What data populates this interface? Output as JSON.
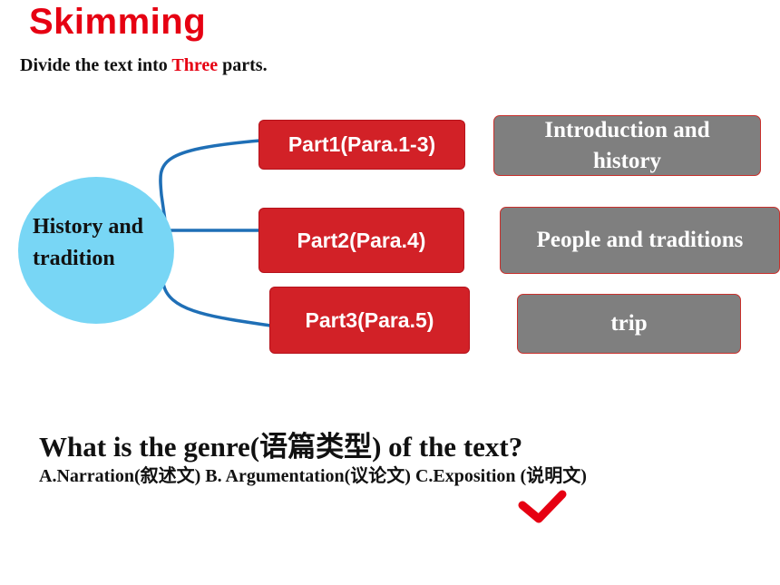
{
  "slide": {
    "title": "Skimming",
    "instruction": {
      "before": "Divide the text into ",
      "highlight": "Three",
      "after": " parts."
    },
    "center_topic": {
      "line1": "History and",
      "line2": "tradition"
    },
    "parts": [
      {
        "label": "Part1(Para.1-3)",
        "summary_line1": "Introduction and",
        "summary_line2": "history"
      },
      {
        "label": "Part2(Para.4)",
        "summary": "People and traditions"
      },
      {
        "label": "Part3(Para.5)",
        "summary": "trip"
      }
    ],
    "question": "What is the genre(语篇类型) of the text?",
    "options": "A.Narration(叙述文)   B. Argumentation(议论文)  C.Exposition (说明文)",
    "answer_mark": "check-icon",
    "colors": {
      "title": "#e60012",
      "part_box": "#d22127",
      "summary_box": "#7f7f7f",
      "circle": "#78d6f5",
      "connector": "#1f6fb6",
      "check": "#e60012"
    }
  }
}
